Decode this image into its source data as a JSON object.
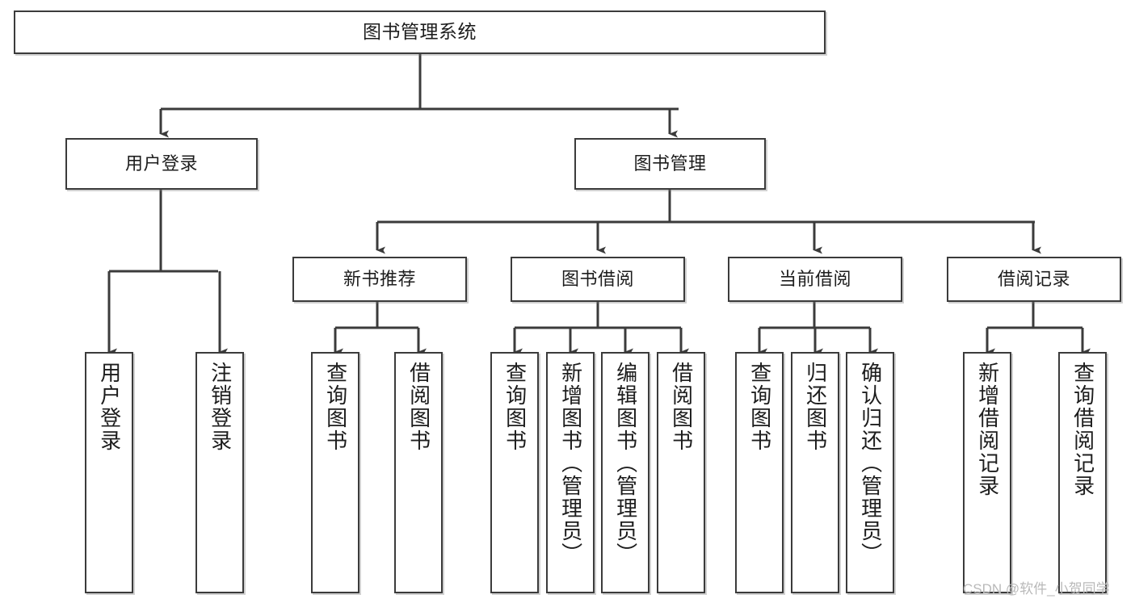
{
  "diagram": {
    "type": "hierarchy-tree",
    "title": "图书管理系统",
    "watermark": "CSDN @软件_小贺同学",
    "colors": {
      "box_border": "#3b3b3b",
      "box_fill": "#ffffff",
      "connector": "#3b3b3b",
      "text": "#1d1d1d",
      "watermark": "#b9b9b9",
      "background": "#ffffff"
    },
    "nodes": {
      "root": {
        "label": "图书管理系统"
      },
      "level2": [
        {
          "label": "用户登录"
        },
        {
          "label": "图书管理"
        }
      ],
      "level3": [
        {
          "label": "新书推荐"
        },
        {
          "label": "图书借阅"
        },
        {
          "label": "当前借阅"
        },
        {
          "label": "借阅记录"
        }
      ],
      "leaves": {
        "user_login": [
          {
            "label": "用户登录"
          },
          {
            "label": "注销登录"
          }
        ],
        "new_book_recommend": [
          {
            "label": "查询图书"
          },
          {
            "label": "借阅图书"
          }
        ],
        "book_borrow": [
          {
            "label": "查询图书"
          },
          {
            "label": "新增图书（管理员）"
          },
          {
            "label": "编辑图书（管理员）"
          },
          {
            "label": "借阅图书"
          }
        ],
        "current_borrow": [
          {
            "label": "查询图书"
          },
          {
            "label": "归还图书"
          },
          {
            "label": "确认归还（管理员）"
          }
        ],
        "borrow_record": [
          {
            "label": "新增借阅记录"
          },
          {
            "label": "查询借阅记录"
          }
        ]
      }
    }
  }
}
